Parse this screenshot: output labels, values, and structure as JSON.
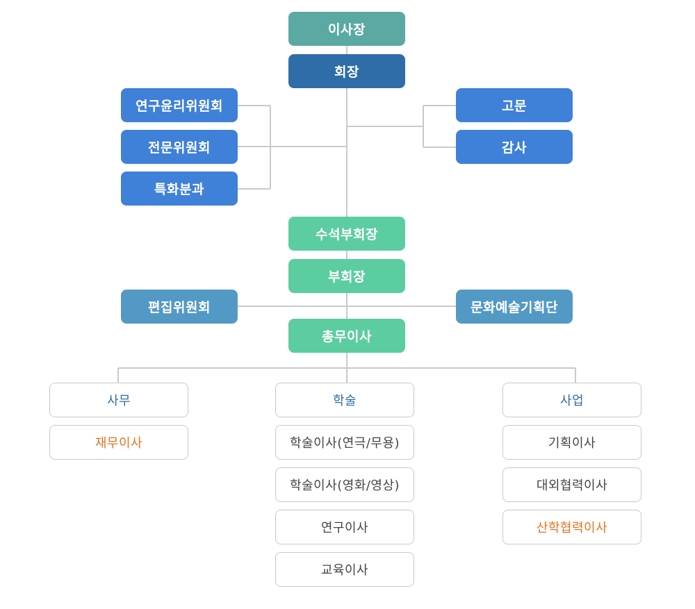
{
  "top": {
    "chairman": "이사장",
    "president": "회장"
  },
  "left_committees": [
    "연구윤리위원회",
    "전문위원회",
    "특화분과"
  ],
  "right_offices": [
    "고문",
    "감사"
  ],
  "vice": {
    "senior_vp": "수석부회장",
    "vp": "부회장",
    "secretary_general": "총무이사"
  },
  "side_units": {
    "left": "편집위원회",
    "right": "문화예술기획단"
  },
  "departments": [
    {
      "name": "사무",
      "members": [
        {
          "label": "재무이사",
          "highlight": true
        }
      ]
    },
    {
      "name": "학술",
      "members": [
        {
          "label": "학술이사(연극/무용)",
          "highlight": false
        },
        {
          "label": "학술이사(영화/영상)",
          "highlight": false
        },
        {
          "label": "연구이사",
          "highlight": false
        },
        {
          "label": "교육이사",
          "highlight": false
        }
      ]
    },
    {
      "name": "사업",
      "members": [
        {
          "label": "기획이사",
          "highlight": false
        },
        {
          "label": "대외협력이사",
          "highlight": false
        },
        {
          "label": "산학협력이사",
          "highlight": true
        }
      ]
    }
  ],
  "colors": {
    "chairman": "#5ba9a3",
    "president": "#2f6da8",
    "committee": "#3f80d9",
    "vice": "#5ccda0",
    "side_unit": "#5399c6",
    "highlight_text": "#e8731f",
    "department_title": "#2f6da8",
    "connector": "#c9c9c9"
  }
}
